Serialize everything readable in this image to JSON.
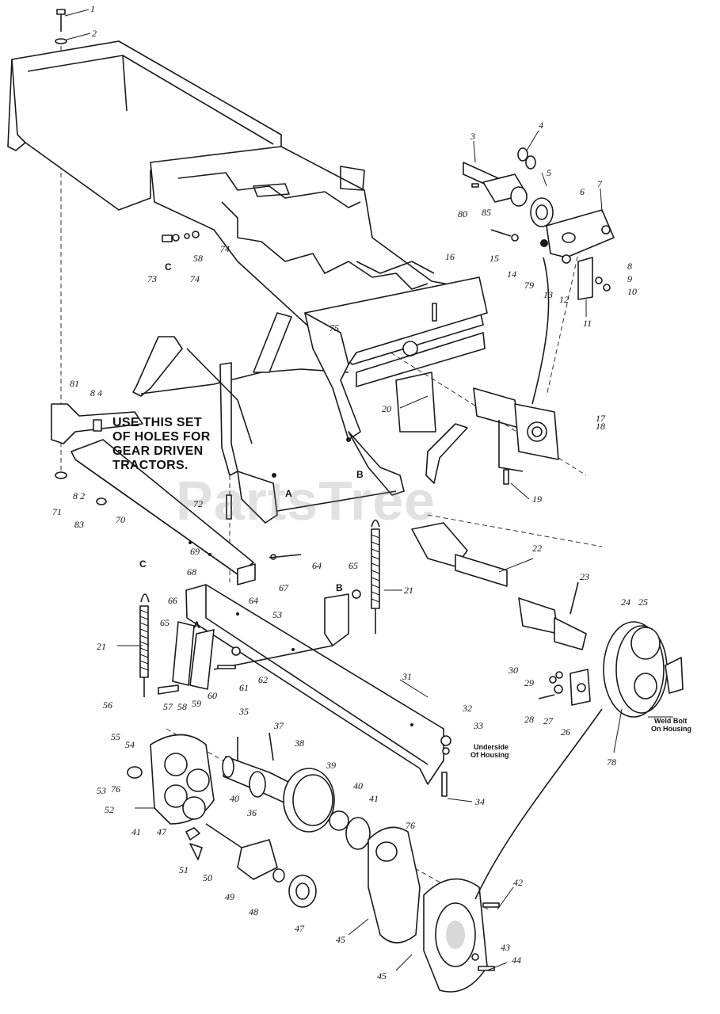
{
  "note": {
    "holes_line1": "USE THIS SET",
    "holes_line2": "OF HOLES FOR",
    "holes_line3": "GEAR DRIVEN",
    "holes_line4": "TRACTORS.",
    "underside_line1": "Underside",
    "underside_line2": "Of Housing",
    "weld_line1": "Weld Bolt",
    "weld_line2": "On Housing"
  },
  "watermark": "PartsTree",
  "callouts": [
    {
      "id": "c1",
      "text": "1"
    },
    {
      "id": "c2",
      "text": "2"
    },
    {
      "id": "c3",
      "text": "3"
    },
    {
      "id": "c4",
      "text": "4"
    },
    {
      "id": "c5",
      "text": "5"
    },
    {
      "id": "c6",
      "text": "6"
    },
    {
      "id": "c7",
      "text": "7"
    },
    {
      "id": "c8",
      "text": "8"
    },
    {
      "id": "c9",
      "text": "9"
    },
    {
      "id": "c10",
      "text": "10"
    },
    {
      "id": "c11",
      "text": "11"
    },
    {
      "id": "c12",
      "text": "12"
    },
    {
      "id": "c13",
      "text": "13"
    },
    {
      "id": "c14",
      "text": "14"
    },
    {
      "id": "c15",
      "text": "15"
    },
    {
      "id": "c16",
      "text": "16"
    },
    {
      "id": "c17",
      "text": "17"
    },
    {
      "id": "c18",
      "text": "18"
    },
    {
      "id": "c19",
      "text": "19"
    },
    {
      "id": "c20",
      "text": "20"
    },
    {
      "id": "c21a",
      "text": "21"
    },
    {
      "id": "c21b",
      "text": "21"
    },
    {
      "id": "c22",
      "text": "22"
    },
    {
      "id": "c23",
      "text": "23"
    },
    {
      "id": "c24",
      "text": "24"
    },
    {
      "id": "c25",
      "text": "25"
    },
    {
      "id": "c26",
      "text": "26"
    },
    {
      "id": "c27",
      "text": "27"
    },
    {
      "id": "c28",
      "text": "28"
    },
    {
      "id": "c29",
      "text": "29"
    },
    {
      "id": "c30",
      "text": "30"
    },
    {
      "id": "c31",
      "text": "31"
    },
    {
      "id": "c32",
      "text": "32"
    },
    {
      "id": "c33",
      "text": "33"
    },
    {
      "id": "c34",
      "text": "34"
    },
    {
      "id": "c35",
      "text": "35"
    },
    {
      "id": "c36",
      "text": "36"
    },
    {
      "id": "c37",
      "text": "37"
    },
    {
      "id": "c38",
      "text": "38"
    },
    {
      "id": "c39",
      "text": "39"
    },
    {
      "id": "c40a",
      "text": "40"
    },
    {
      "id": "c40b",
      "text": "40"
    },
    {
      "id": "c41a",
      "text": "41"
    },
    {
      "id": "c41b",
      "text": "41"
    },
    {
      "id": "c42",
      "text": "42"
    },
    {
      "id": "c43",
      "text": "43"
    },
    {
      "id": "c44",
      "text": "44"
    },
    {
      "id": "c45a",
      "text": "45"
    },
    {
      "id": "c45b",
      "text": "45"
    },
    {
      "id": "c47a",
      "text": "47"
    },
    {
      "id": "c47b",
      "text": "47"
    },
    {
      "id": "c48",
      "text": "48"
    },
    {
      "id": "c49",
      "text": "49"
    },
    {
      "id": "c50",
      "text": "50"
    },
    {
      "id": "c51",
      "text": "51"
    },
    {
      "id": "c52",
      "text": "52"
    },
    {
      "id": "c53a",
      "text": "53"
    },
    {
      "id": "c53b",
      "text": "53"
    },
    {
      "id": "c54",
      "text": "54"
    },
    {
      "id": "c55",
      "text": "55"
    },
    {
      "id": "c56",
      "text": "56"
    },
    {
      "id": "c57",
      "text": "57"
    },
    {
      "id": "c58a",
      "text": "58"
    },
    {
      "id": "c58b",
      "text": "58"
    },
    {
      "id": "c59",
      "text": "59"
    },
    {
      "id": "c60",
      "text": "60"
    },
    {
      "id": "c61",
      "text": "61"
    },
    {
      "id": "c62",
      "text": "62"
    },
    {
      "id": "c64a",
      "text": "64"
    },
    {
      "id": "c64b",
      "text": "64"
    },
    {
      "id": "c65a",
      "text": "65"
    },
    {
      "id": "c65b",
      "text": "65"
    },
    {
      "id": "c66",
      "text": "66"
    },
    {
      "id": "c67",
      "text": "67"
    },
    {
      "id": "c68",
      "text": "68"
    },
    {
      "id": "c69",
      "text": "69"
    },
    {
      "id": "c70",
      "text": "70"
    },
    {
      "id": "c71",
      "text": "71"
    },
    {
      "id": "c72",
      "text": "72"
    },
    {
      "id": "c73",
      "text": "73"
    },
    {
      "id": "c74a",
      "text": "74"
    },
    {
      "id": "c74b",
      "text": "74"
    },
    {
      "id": "c75",
      "text": "75"
    },
    {
      "id": "c76a",
      "text": "76"
    },
    {
      "id": "c76b",
      "text": "76"
    },
    {
      "id": "c78",
      "text": "78"
    },
    {
      "id": "c79",
      "text": "79"
    },
    {
      "id": "c80",
      "text": "80"
    },
    {
      "id": "c81",
      "text": "81"
    },
    {
      "id": "c82",
      "text": "8 2"
    },
    {
      "id": "c83",
      "text": "83"
    },
    {
      "id": "c84",
      "text": "8 4"
    },
    {
      "id": "c85",
      "text": "85"
    }
  ],
  "letters": [
    {
      "id": "lC1",
      "text": "C"
    },
    {
      "id": "lC2",
      "text": "C"
    },
    {
      "id": "lA1",
      "text": "A"
    },
    {
      "id": "lA2",
      "text": "A"
    },
    {
      "id": "lB1",
      "text": "B"
    },
    {
      "id": "lB2",
      "text": "B"
    }
  ]
}
